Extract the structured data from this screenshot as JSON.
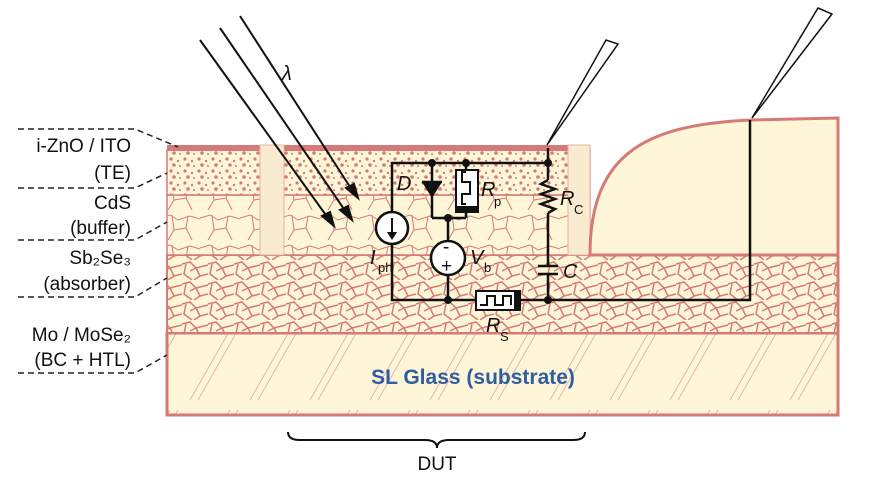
{
  "layers": [
    {
      "name": "i-ZnO / ITO",
      "role": "(TE)"
    },
    {
      "name": "CdS",
      "role": "(buffer)"
    },
    {
      "name": "Sb₂Se₃",
      "role": "(absorber)"
    },
    {
      "name": "Mo / MoSe₂",
      "role": "(BC + HTL)"
    }
  ],
  "substrate_label": "SL Glass (substrate)",
  "wavelength_label": "λ",
  "dut_label": "DUT",
  "circuit": {
    "diode": "D",
    "rp": {
      "main": "R",
      "sub": "p"
    },
    "rc": {
      "main": "R",
      "sub": "C"
    },
    "capacitor": "C",
    "iph": {
      "main": "I",
      "sub": "ph"
    },
    "vb": {
      "main": "V",
      "sub": "b"
    },
    "rs": {
      "main": "R",
      "sub": "S"
    },
    "vb_minus": "-",
    "vb_plus": "+"
  },
  "colors": {
    "layer_fill": "#FEF6D6",
    "layer_stroke": "#D57A78",
    "substrate_text": "#2F5DA3"
  }
}
